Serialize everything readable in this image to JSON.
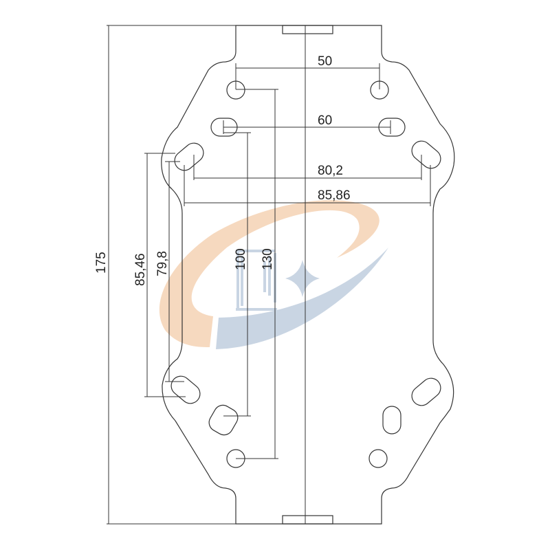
{
  "drawing": {
    "dimensions": {
      "top_holes_spacing": "50",
      "upper_slots_spacing": "60",
      "ear_slots_inner": "80,2",
      "ear_slots_outer": "85,86",
      "overall_height": "175",
      "ear_slots_vertical_outer": "85,46",
      "ear_slots_vertical_inner": "79,8",
      "slots_vertical": "100",
      "holes_vertical": "130"
    },
    "colors": {
      "line": "#333333",
      "watermark_orange": "#f6d9bf",
      "watermark_blue": "#c9d5e3"
    }
  }
}
